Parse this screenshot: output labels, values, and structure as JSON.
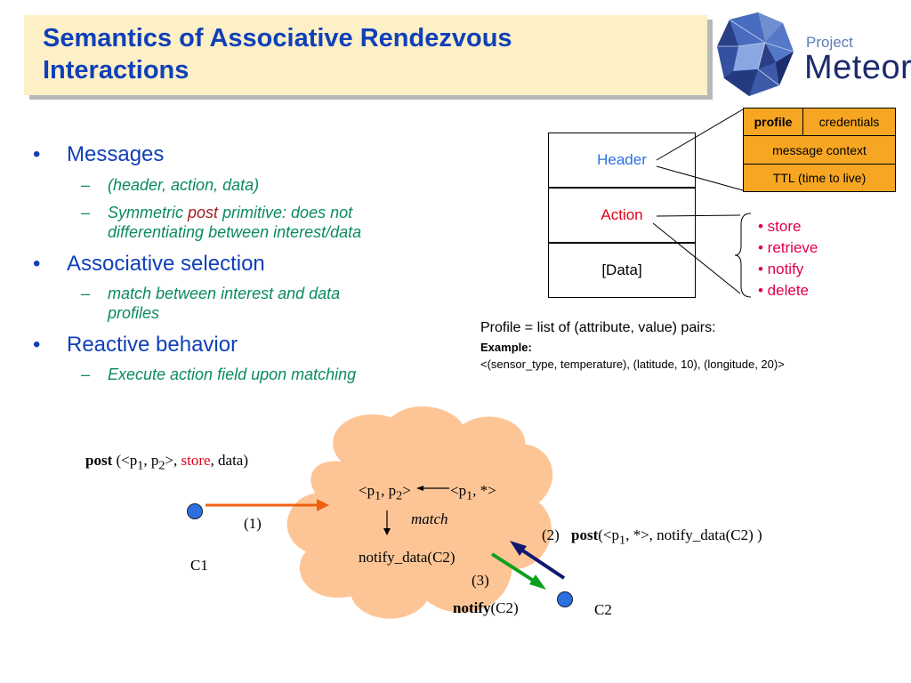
{
  "title": {
    "line1": "Semantics of Associative Rendezvous",
    "line2": "Interactions"
  },
  "logo": {
    "small": "Project",
    "large": "Meteor"
  },
  "bullets": [
    {
      "label": "Messages",
      "subs": [
        {
          "text": "(header, action, data)"
        },
        {
          "pre": "Symmetric ",
          "emph": "post",
          "post": " primitive: does not",
          "line2": "differentiating between interest/data"
        }
      ]
    },
    {
      "label": "Associative selection",
      "subs": [
        {
          "text": "match between interest and data",
          "line2": "profiles"
        }
      ]
    },
    {
      "label": "Reactive behavior",
      "subs": [
        {
          "text": "Execute action field upon matching"
        }
      ]
    }
  ],
  "bullet_glyph": "•",
  "dash_glyph": "–",
  "packet": {
    "header": "Header",
    "action": "Action",
    "data": "[Data]"
  },
  "header_table": {
    "profile": "profile",
    "credentials": "credentials",
    "context": "message context",
    "ttl": "TTL (time to live)"
  },
  "actions": [
    "• store",
    "• retrieve",
    "• notify",
    "• delete"
  ],
  "profile": {
    "definition": "Profile = list of (attribute, value) pairs:",
    "example_label": "Example:",
    "example": "<(sensor_type, temperature), (latitude, 10), (longitude, 20)>"
  },
  "flow": {
    "post1_bold": "post",
    "post1_a": " (<p",
    "post1_sub1": "1",
    "post1_b": ", p",
    "post1_sub2": "2",
    "post1_c": ">, ",
    "post1_store": "store",
    "post1_d": ", data)",
    "step1": "(1)",
    "c1": "C1",
    "cloud_a": "<p",
    "cloud_sub1": "1",
    "cloud_b": ", p",
    "cloud_sub2": "2",
    "cloud_c": ">",
    "cloud_d": "<p",
    "cloud_sub3": "1",
    "cloud_e": ", *>",
    "match": "match",
    "notify_data": "notify_data(C2)",
    "step2": "(2)",
    "post2_bold": "post",
    "post2_a": "(<p",
    "post2_sub": "1",
    "post2_b": ", *>, notify_data(C2) )",
    "step3": "(3)",
    "notify_bold": "notify",
    "notify_rest": "(C2)",
    "c2": "C2"
  },
  "colors": {
    "title": "#1040b8",
    "sub": "#0a8a5e",
    "action_list": "#e0004a",
    "table": "#f6a623",
    "cloud": "#fdc596",
    "arrow1": "#f06010",
    "arrow2": "#101870",
    "arrow3": "#10a020",
    "node": "#2e6fe0"
  }
}
